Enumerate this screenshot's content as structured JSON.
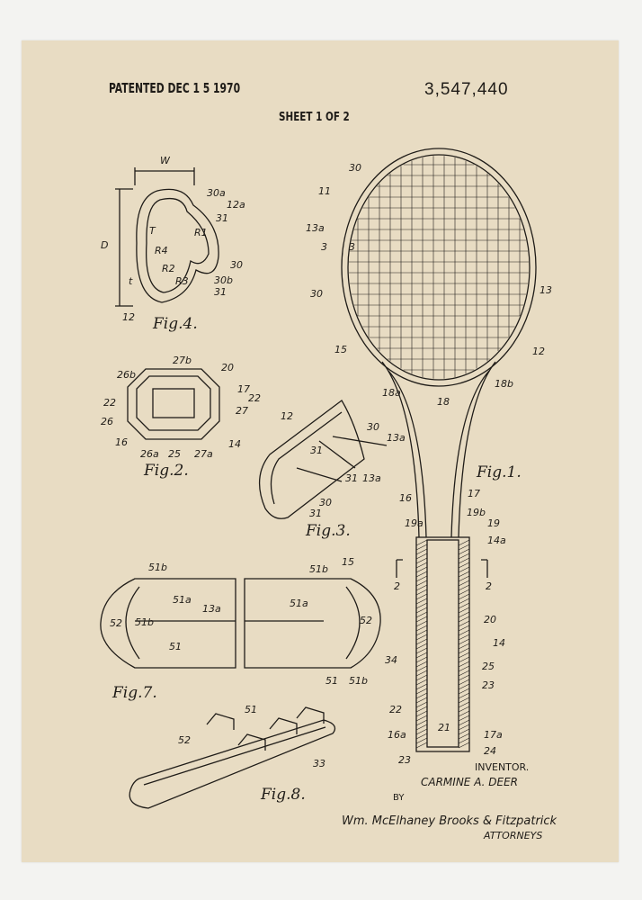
{
  "header": {
    "patented": "PATENTED DEC 1 5 1970",
    "patent_number": "3,547,440",
    "sheet": "SHEET 1 OF 2"
  },
  "figures": {
    "fig1": "Fig.1.",
    "fig2": "Fig.2.",
    "fig3": "Fig.3.",
    "fig4": "Fig.4.",
    "fig7": "Fig.7.",
    "fig8": "Fig.8."
  },
  "numerals": {
    "fig1": [
      "30",
      "11",
      "13a",
      "3",
      "3",
      "30",
      "13",
      "15",
      "12",
      "18a",
      "18",
      "18b",
      "16",
      "17",
      "19a",
      "19b",
      "19",
      "14a",
      "2",
      "2",
      "20",
      "14",
      "25",
      "23",
      "22",
      "16a",
      "21",
      "17a",
      "24",
      "23"
    ],
    "fig4": [
      "W",
      "30a",
      "12a",
      "31",
      "D",
      "T",
      "R1",
      "R4",
      "R2",
      "R3",
      "t",
      "30",
      "30b",
      "31",
      "12"
    ],
    "fig2": [
      "27b",
      "20",
      "26b",
      "17",
      "22",
      "22",
      "26",
      "27",
      "16",
      "14",
      "26a",
      "25",
      "27a"
    ],
    "fig3": [
      "12",
      "30",
      "13a",
      "31",
      "31",
      "13a",
      "30",
      "31"
    ],
    "fig7": [
      "51b",
      "51b",
      "15",
      "51a",
      "13a",
      "51a",
      "52",
      "51b",
      "52",
      "51",
      "51",
      "51b",
      "34"
    ],
    "fig8": [
      "51",
      "52",
      "33"
    ]
  },
  "signature": {
    "inventor_label": "INVENTOR.",
    "inventor_name": "CARMINE A. DEER",
    "by": "BY",
    "attorneys_signature": "Wm. McElhaney Brooks & Fitzpatrick",
    "attorneys_label": "ATTORNEYS"
  },
  "colors": {
    "paper": "#e8dcc3",
    "ink": "#1f1c18",
    "background": "#f3f3f1"
  }
}
